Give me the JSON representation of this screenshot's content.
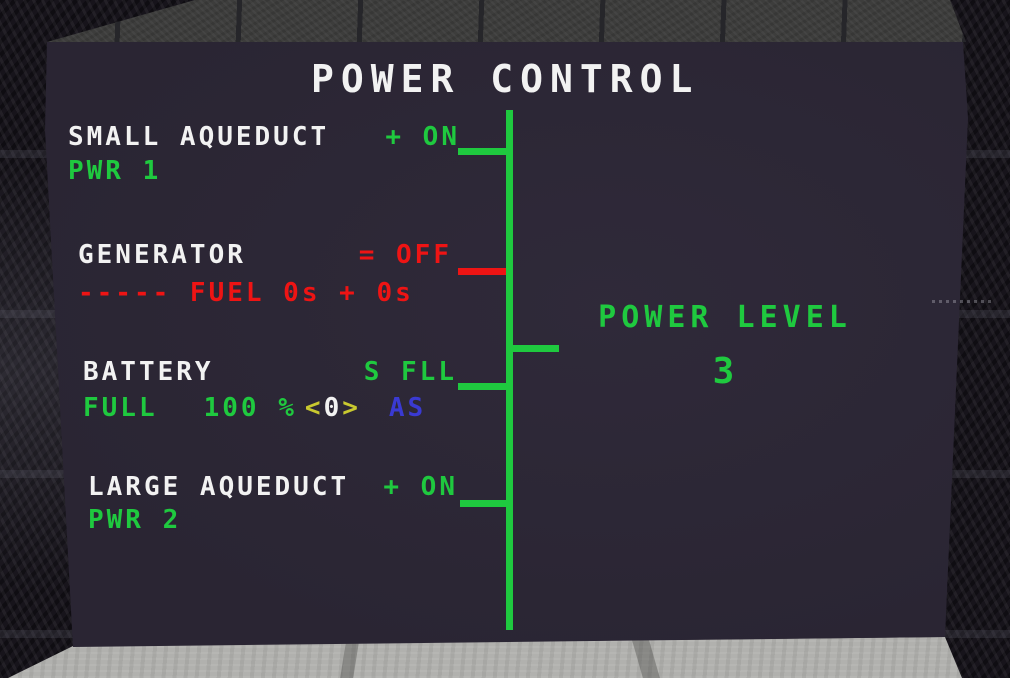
{
  "title": "POWER CONTROL",
  "colors": {
    "green": "#1fc93f",
    "red": "#ee1414",
    "blue": "#3a3ad2",
    "yellow": "#c9c92f",
    "white": "#f2f2f2",
    "panel": "#2a2533"
  },
  "devices": [
    {
      "name": "SMALL AQUEDUCT",
      "status": "+ ON",
      "detail": "PWR 1",
      "state": "on"
    },
    {
      "name": "GENERATOR",
      "status": "= OFF",
      "detail": "----- FUEL 0s + 0s",
      "state": "off"
    },
    {
      "name": "BATTERY",
      "status": "S FLL",
      "state": "on",
      "detail": {
        "fill": "FULL",
        "percent": "100 %",
        "bracket_open": "<",
        "charge": "0",
        "bracket_close": ">",
        "mode": "AS"
      }
    },
    {
      "name": "LARGE AQUEDUCT",
      "status": "+ ON",
      "detail": "PWR 2",
      "state": "on"
    }
  ],
  "power_level": {
    "label": "POWER LEVEL",
    "value": "3"
  }
}
